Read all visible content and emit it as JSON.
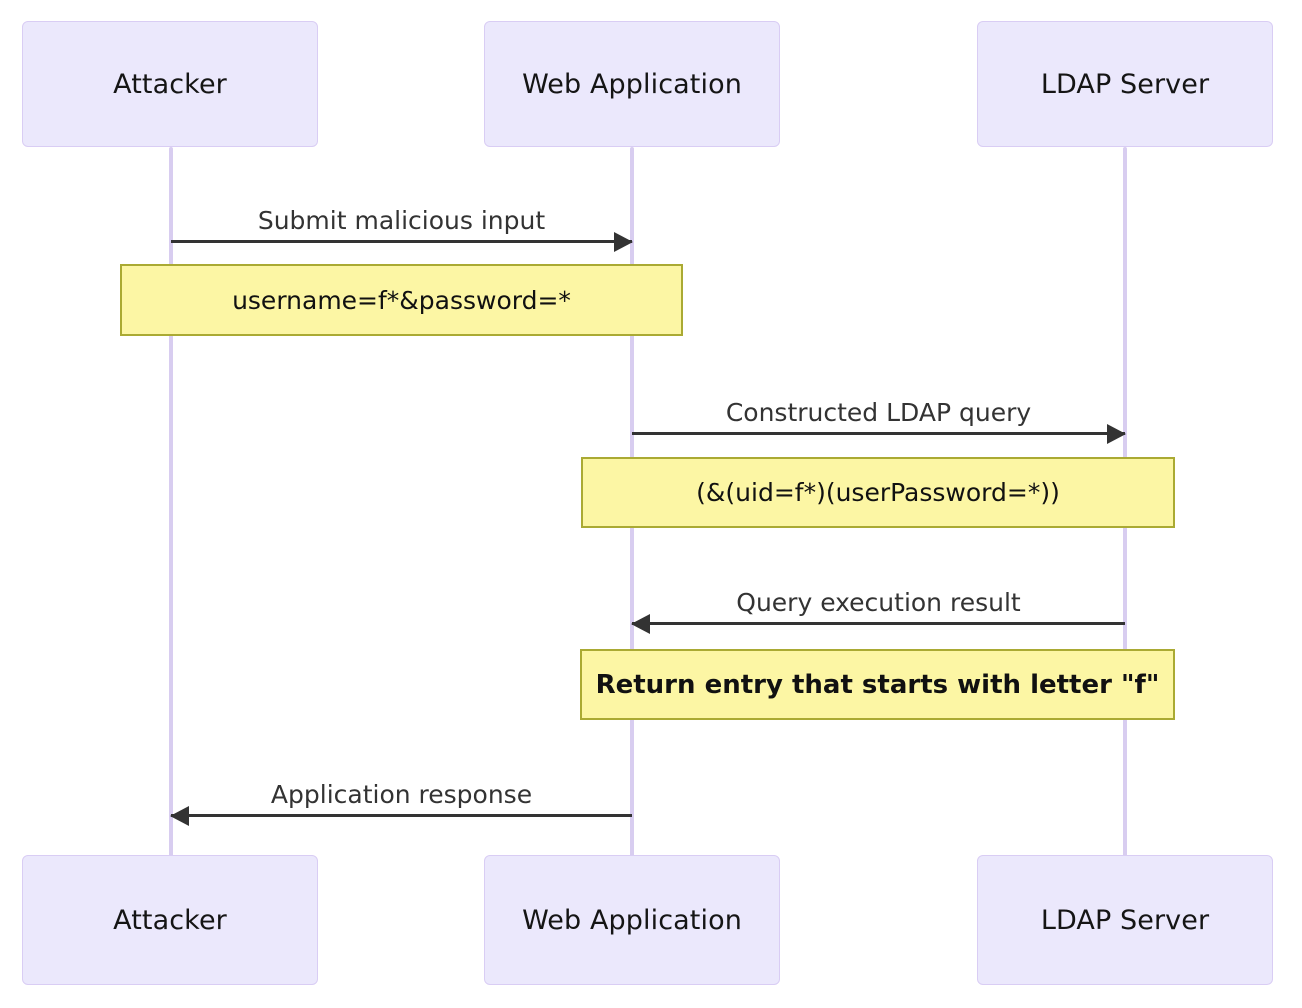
{
  "diagram": {
    "type": "sequence-diagram",
    "colors": {
      "participant_fill": "#ebe8fc",
      "participant_border": "#d9cdf4",
      "lifeline": "#d8cdf0",
      "note_fill": "#fcf6a4",
      "note_border": "#aaaa33",
      "arrow": "#333333",
      "text": "#151515",
      "background": "#ffffff"
    },
    "participants": [
      {
        "id": "attacker",
        "label": "Attacker"
      },
      {
        "id": "webapp",
        "label": "Web Application"
      },
      {
        "id": "ldap",
        "label": "LDAP Server"
      }
    ],
    "participants_bottom": [
      {
        "id": "attacker-bottom",
        "label": "Attacker"
      },
      {
        "id": "webapp-bottom",
        "label": "Web Application"
      },
      {
        "id": "ldap-bottom",
        "label": "LDAP Server"
      }
    ],
    "messages": [
      {
        "id": "msg-1",
        "label": "Submit malicious input",
        "from": "attacker",
        "to": "webapp",
        "direction": "right"
      },
      {
        "id": "msg-2",
        "label": "Constructed LDAP query",
        "from": "webapp",
        "to": "ldap",
        "direction": "right"
      },
      {
        "id": "msg-3",
        "label": "Query execution result",
        "from": "ldap",
        "to": "webapp",
        "direction": "left"
      },
      {
        "id": "msg-4",
        "label": "Application response",
        "from": "webapp",
        "to": "attacker",
        "direction": "left"
      }
    ],
    "notes": [
      {
        "id": "note-1",
        "label": "username=f*&password=*",
        "over": "attacker-webapp",
        "emphasis": "normal"
      },
      {
        "id": "note-2",
        "label": "(&(uid=f*)(userPassword=*))",
        "over": "webapp-ldap",
        "emphasis": "normal"
      },
      {
        "id": "note-3",
        "label": "Return entry that starts with letter \"f\"",
        "over": "webapp-ldap",
        "emphasis": "strong"
      }
    ]
  }
}
